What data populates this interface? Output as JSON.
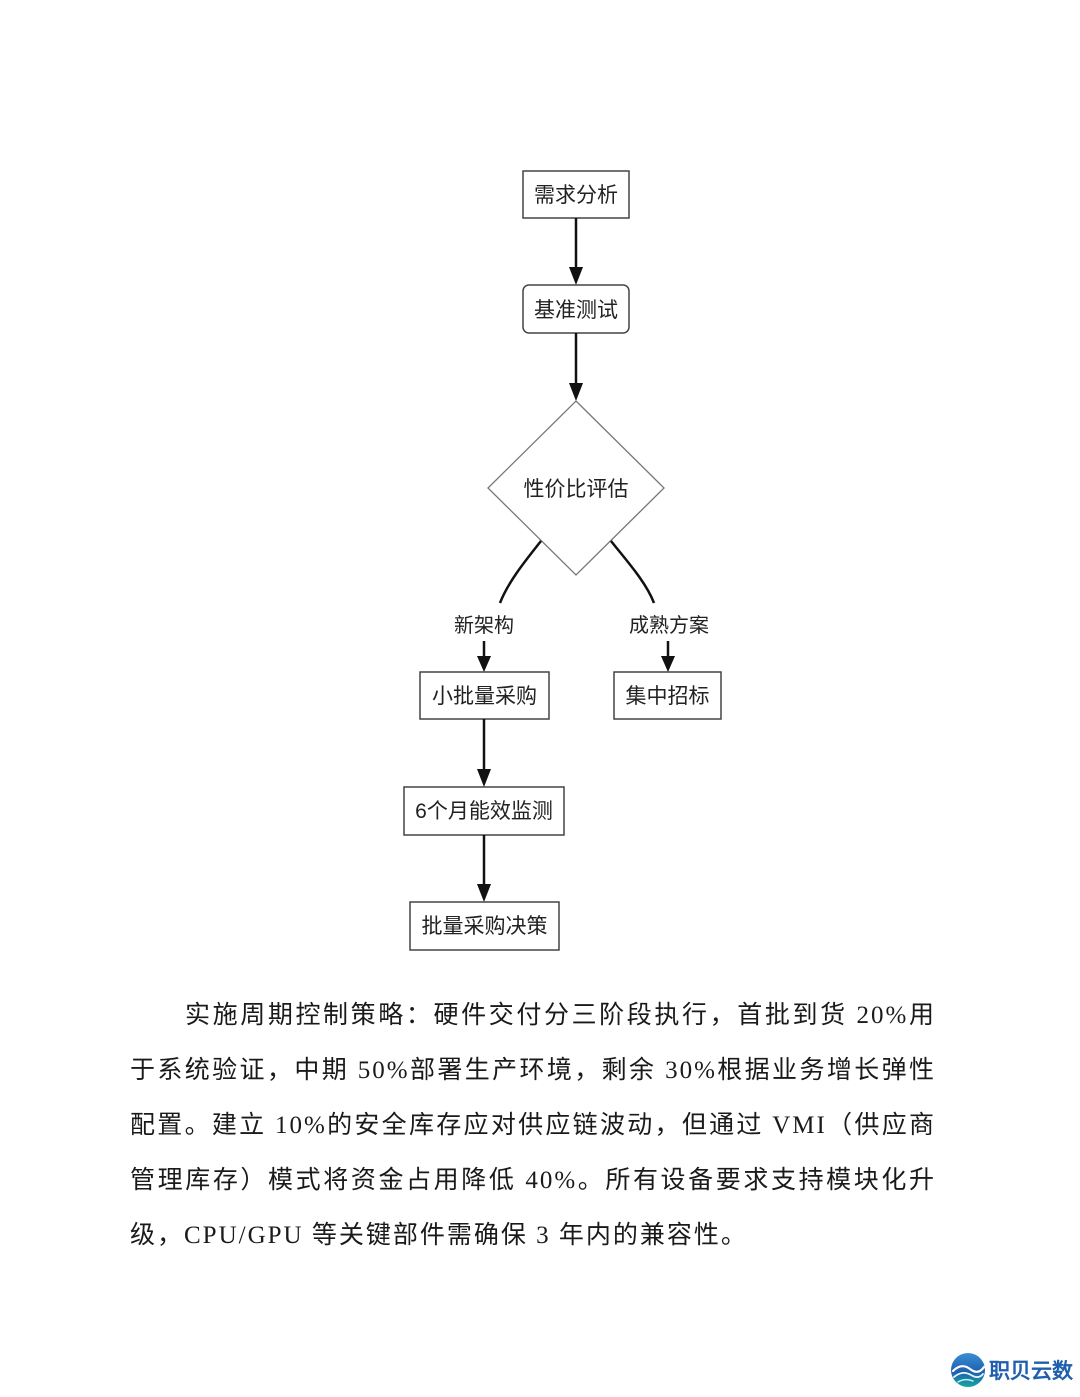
{
  "flowchart": {
    "nodes": {
      "demand_analysis": "需求分析",
      "benchmark": "基准测试",
      "evaluation": "性价比评估",
      "small_batch": "小批量采购",
      "central_bidding": "集中招标",
      "monitoring": "6个月能效监测",
      "batch_decision": "批量采购决策"
    },
    "edges": {
      "new_architecture": "新架构",
      "mature_solution": "成熟方案"
    }
  },
  "paragraph": {
    "lines": [
      "实施周期控制策略：硬件交付分三阶段执行，首批到货 20%用",
      "于系统验证，中期 50%部署生产环境，剩余 30%根据业务增长弹性",
      "配置。建立 10%的安全库存应对供应链波动，但通过 VMI（供应商",
      "管理库存）模式将资金占用降低 40%。所有设备要求支持模块化升",
      "级，CPU/GPU 等关键部件需确保 3 年内的兼容性。"
    ]
  },
  "logo": {
    "text": "职贝云数",
    "color": "#1f5fae",
    "icon": "wave-globe-icon"
  }
}
